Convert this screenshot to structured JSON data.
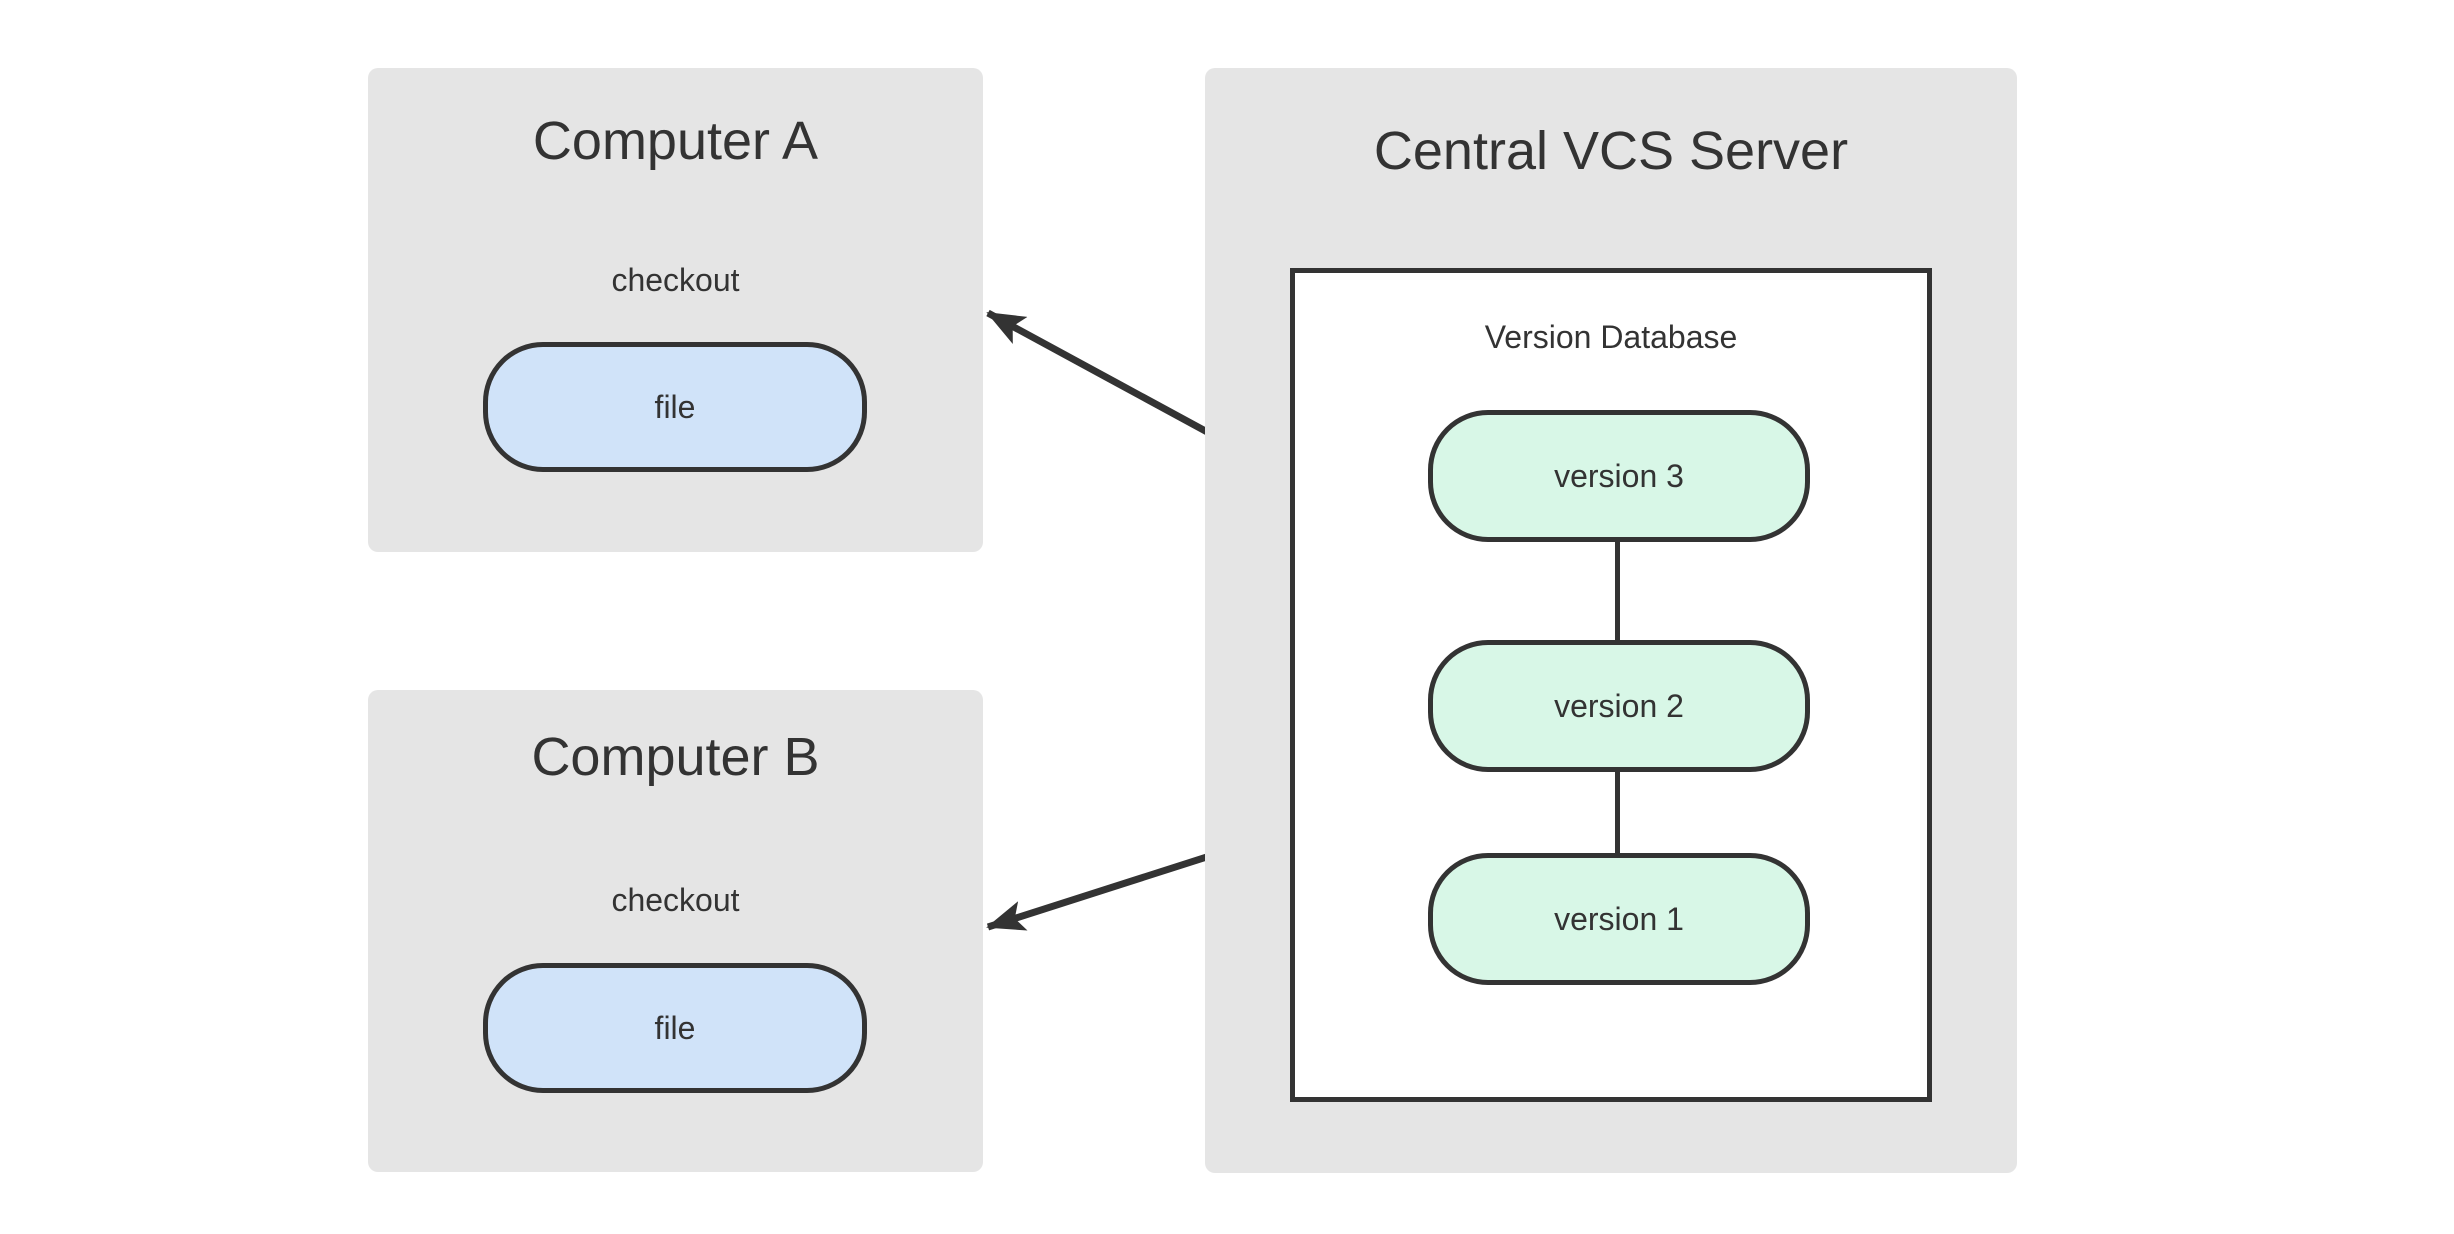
{
  "diagram": {
    "computer_a": {
      "title": "Computer A",
      "action_label": "checkout",
      "node_label": "file"
    },
    "computer_b": {
      "title": "Computer B",
      "action_label": "checkout",
      "node_label": "file"
    },
    "server": {
      "title": "Central VCS Server",
      "database": {
        "title": "Version Database",
        "versions": [
          "version 3",
          "version 2",
          "version 1"
        ]
      }
    }
  },
  "colors": {
    "page_bg": "#ffffff",
    "panel_fill": "#e5e5e5",
    "db_fill": "#ffffff",
    "file_fill": "#d0e3f9",
    "version_fill": "#d8f7e7",
    "stroke": "#333333",
    "ink": "#333333"
  }
}
